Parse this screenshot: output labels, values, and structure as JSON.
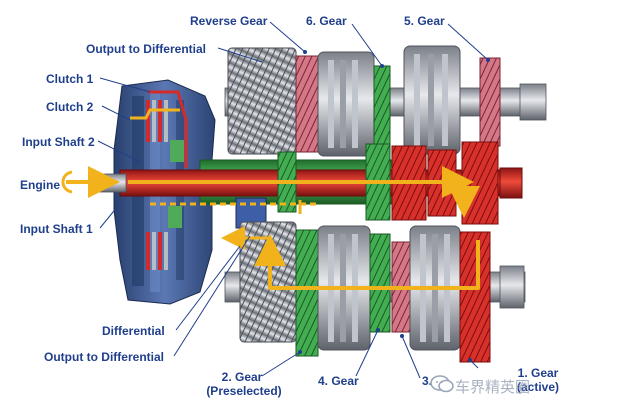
{
  "labels": {
    "reverse_gear": "Reverse Gear",
    "gear6": "6. Gear",
    "gear5": "5. Gear",
    "output_top": "Output to Differential",
    "clutch1": "Clutch 1",
    "clutch2": "Clutch 2",
    "input_shaft2": "Input Shaft 2",
    "engine": "Engine",
    "input_shaft1": "Input Shaft 1",
    "differential": "Differential",
    "output_bottom": "Output to Differential",
    "gear2": "2. Gear",
    "gear2_state": "(Preselected)",
    "gear4": "4. Gear",
    "gear3": "3.",
    "gear1": "1. Gear",
    "gear1_state": "(active)"
  },
  "watermark": "车界精英圈",
  "colors": {
    "label": "#1f3f8c",
    "leader": "#1f3f8c",
    "power_flow": "#f2b21c",
    "active_gear": "#d42a2a",
    "preselected_gear": "#3aa548",
    "reverse_gear": "#c8566b",
    "clutch_housing": "#3f5c9a"
  }
}
